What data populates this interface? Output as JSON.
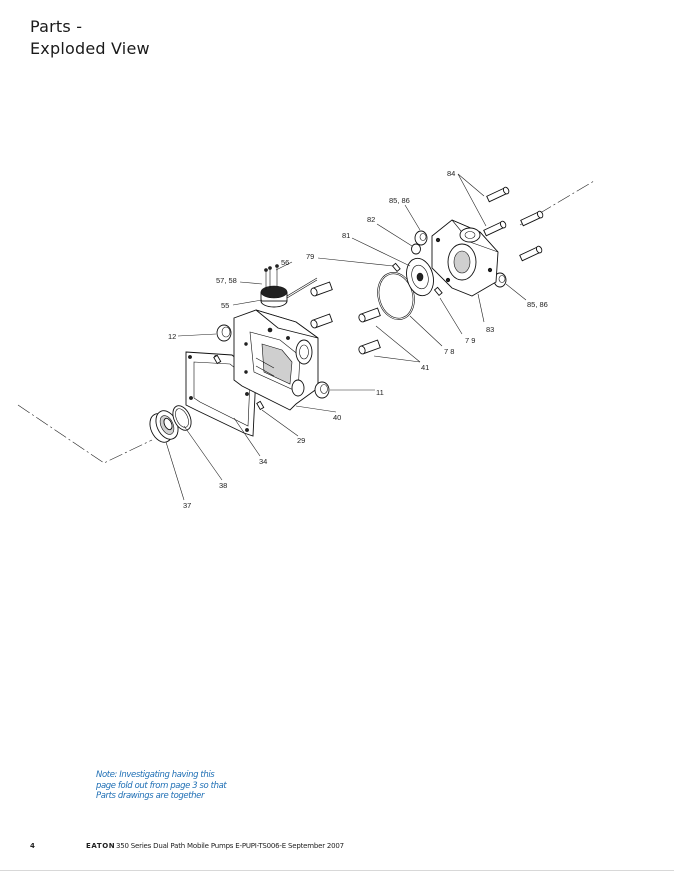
{
  "title": {
    "line1": "Parts -",
    "line2": "Exploded View"
  },
  "callouts": {
    "c84": "84",
    "c85_86_top": "85, 86",
    "c82": "82",
    "c81": "81",
    "c79_top": "79",
    "c56": "56",
    "c57_58": "57, 58",
    "c55": "55",
    "c12": "12",
    "c85_86_right": "85, 86",
    "c83": "83",
    "c79_right": "7 9",
    "c78": "7 8",
    "c41": "41",
    "c11": "11",
    "c40": "40",
    "c29": "29",
    "c34": "34",
    "c38": "38",
    "c37": "37"
  },
  "note": {
    "line1": "Note: Investigating having this",
    "line2": "page fold out from page 3 so that",
    "line3": "Parts drawings are together"
  },
  "footer": {
    "page_number": "4",
    "brand": "EATON",
    "publication": "350 Series Dual Path Mobile Pumps  E-PUPI-TS006-E  September 2007"
  }
}
